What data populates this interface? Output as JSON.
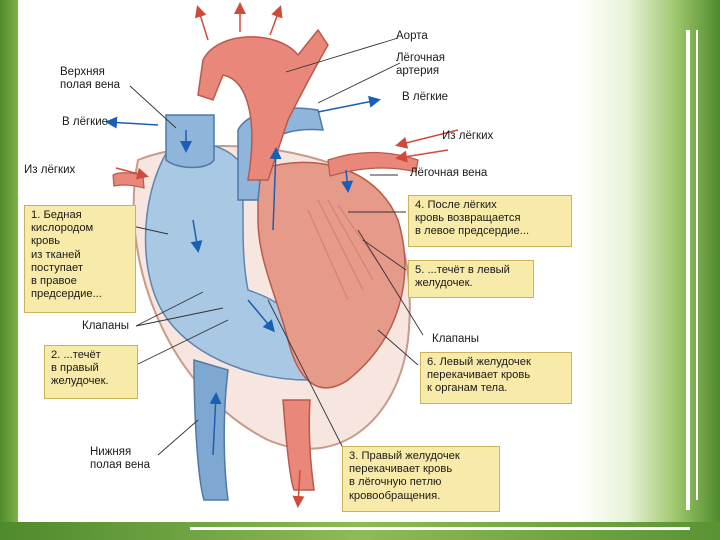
{
  "colors": {
    "frame": "#4f8a2c",
    "oxygen_poor": "#9fc0dd",
    "oxygen_rich": "#e8877a",
    "box": "#f8eaa8",
    "arrow_blue": "#1a5fb4",
    "arrow_red": "#d04a3a"
  },
  "labels": {
    "aorta": "Аорта",
    "pulmonary_artery": "Лёгочная\nартерия",
    "to_lungs_right": "В лёгкие",
    "from_lungs_right": "Из лёгких",
    "pulmonary_vein": "Лёгочная вена",
    "superior_vena_cava": "Верхняя\nполая вена",
    "to_lungs_left": "В лёгкие",
    "from_lungs_left": "Из лёгких",
    "valves_left": "Клапаны",
    "valves_right": "Клапаны",
    "inferior_vena_cava": "Нижняя\nполая вена"
  },
  "steps": [
    "1. Бедная\n   кислородом\n   кровь\n   из тканей\n   поступает\n   в правое\n   предсердие...",
    "2. ...течёт\n   в правый\n   желудочек.",
    "3. Правый желудочек\n   перекачивает кровь\n   в лёгочную петлю\n   кровообращения.",
    "4. После лёгких\n   кровь возвращается\n   в левое предсердие...",
    "5. ...течёт в левый\n   желудочек.",
    "6. Левый желудочек\n   перекачивает кровь\n   к органам тела."
  ]
}
